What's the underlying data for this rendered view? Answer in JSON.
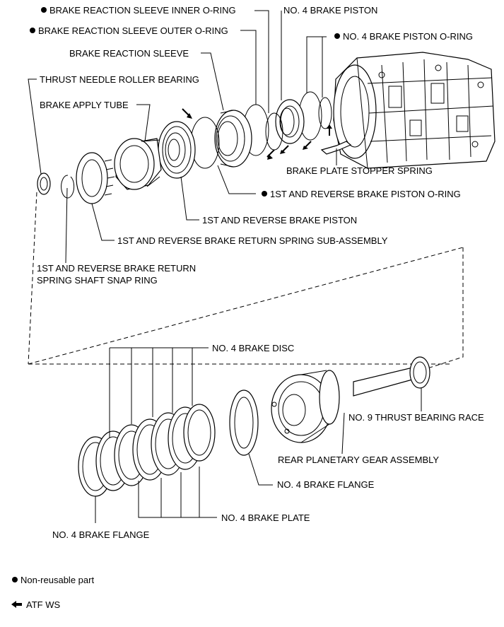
{
  "labels": {
    "inner_oring": "BRAKE REACTION SLEEVE INNER O-RING",
    "no4_piston": "NO. 4 BRAKE PISTON",
    "outer_oring": "BRAKE REACTION SLEEVE OUTER O-RING",
    "no4_piston_oring": "NO. 4 BRAKE PISTON O-RING",
    "reaction_sleeve": "BRAKE REACTION SLEEVE",
    "thrust_bearing": "THRUST NEEDLE ROLLER BEARING",
    "apply_tube": "BRAKE APPLY TUBE",
    "stopper_spring": "BRAKE PLATE STOPPER SPRING",
    "rev_piston_oring": "1ST AND REVERSE BRAKE PISTON O-RING",
    "rev_piston": "1ST AND REVERSE BRAKE PISTON",
    "return_spring": "1ST AND REVERSE BRAKE RETURN SPRING SUB-ASSEMBLY",
    "snap_ring_line1": "1ST AND REVERSE BRAKE RETURN",
    "snap_ring_line2": "SPRING SHAFT SNAP RING",
    "no4_disc": "NO. 4 BRAKE DISC",
    "no9_race": "NO. 9 THRUST BEARING RACE",
    "planetary": "REAR PLANETARY GEAR ASSEMBLY",
    "no4_flange_right": "NO. 4 BRAKE FLANGE",
    "no4_plate": "NO. 4 BRAKE PLATE",
    "no4_flange_left": "NO. 4 BRAKE FLANGE"
  },
  "legend": {
    "non_reusable": "Non-reusable part",
    "atf": "ATF WS"
  },
  "symbols": {
    "non_reusable": "bullet",
    "atf": "arrow-left"
  }
}
